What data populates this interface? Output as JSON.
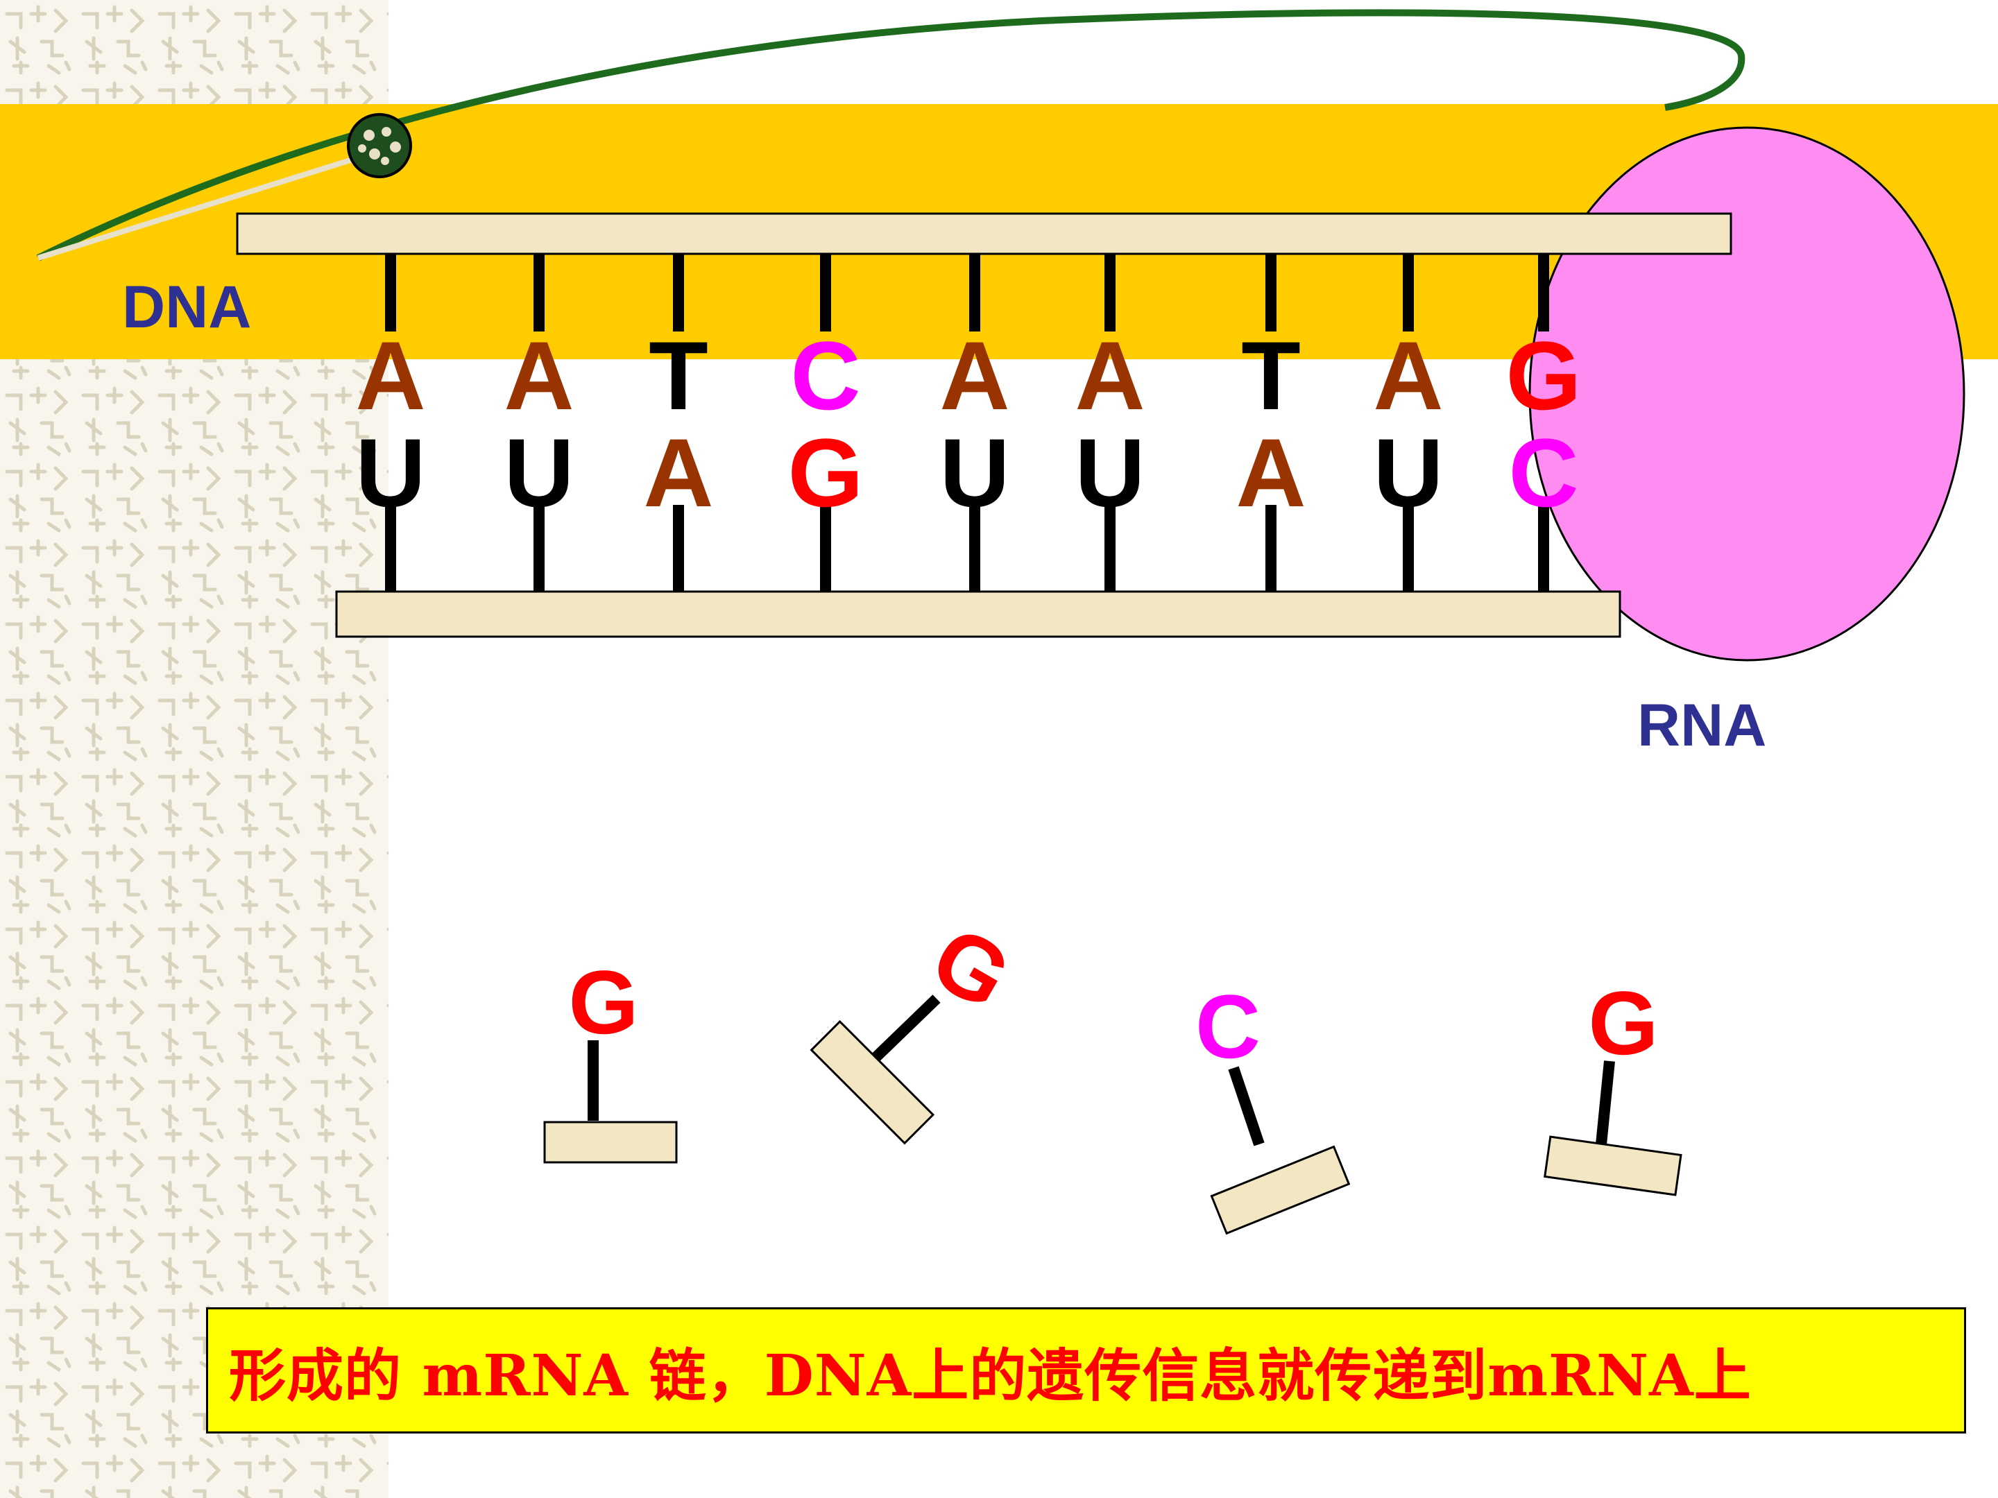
{
  "labels": {
    "dna": "DNA",
    "rna": "RNA"
  },
  "colors": {
    "background_band": "#FFCC00",
    "strand_fill": "#F2E6C3",
    "polymerase_fill": "#FF8CF0",
    "label_color": "#2E3192",
    "adenine": "#993300",
    "thymine_uracil": "#000000",
    "cytosine": "#FF00FF",
    "guanine": "#FF0000",
    "caption_bg": "#FFFF00",
    "caption_text": "#FF0000",
    "tether": "#1E6B1E"
  },
  "top_strand_bases": [
    "A",
    "A",
    "T",
    "C",
    "A",
    "A",
    "T",
    "A",
    "G"
  ],
  "bottom_strand_bases": [
    "U",
    "U",
    "A",
    "G",
    "U",
    "U",
    "A",
    "U",
    "C"
  ],
  "free_nucleotides": [
    "G",
    "G",
    "C",
    "G"
  ],
  "caption": "形成的 mRNA  链，DNA上的遗传信息就传递到mRNA上"
}
